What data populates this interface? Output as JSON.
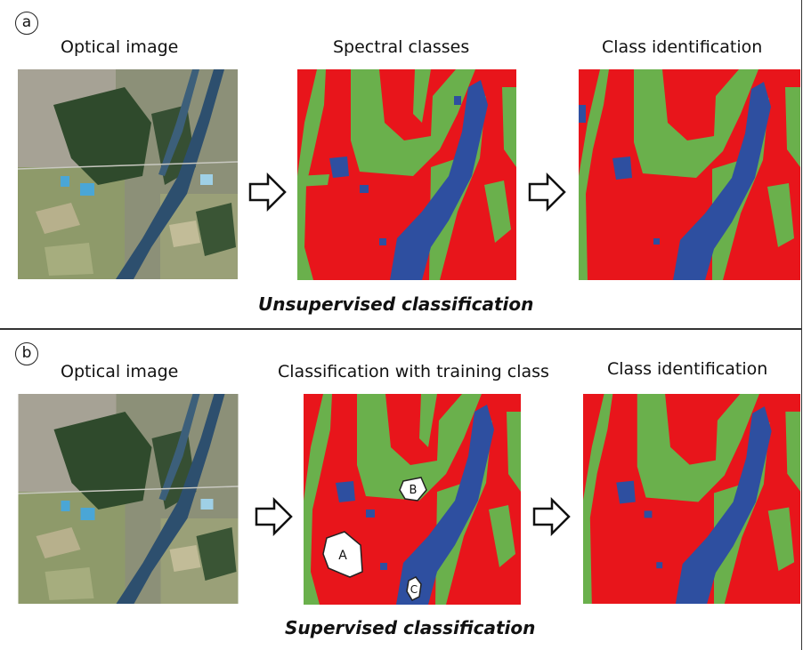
{
  "panel_a": {
    "label": "a",
    "titles": [
      "Optical image",
      "Spectral classes",
      "Class identification"
    ],
    "caption": "Unsupervised classification"
  },
  "panel_b": {
    "label": "b",
    "titles": [
      "Optical image",
      "Classification with training class",
      "Class identification"
    ],
    "caption": "Supervised classification",
    "training_regions": [
      "A",
      "B",
      "C"
    ]
  },
  "colors": {
    "class_red": "#e8151b",
    "class_green": "#6ab04c",
    "class_blue": "#2e4fa0"
  },
  "icons": [
    "arrow-right-icon"
  ]
}
